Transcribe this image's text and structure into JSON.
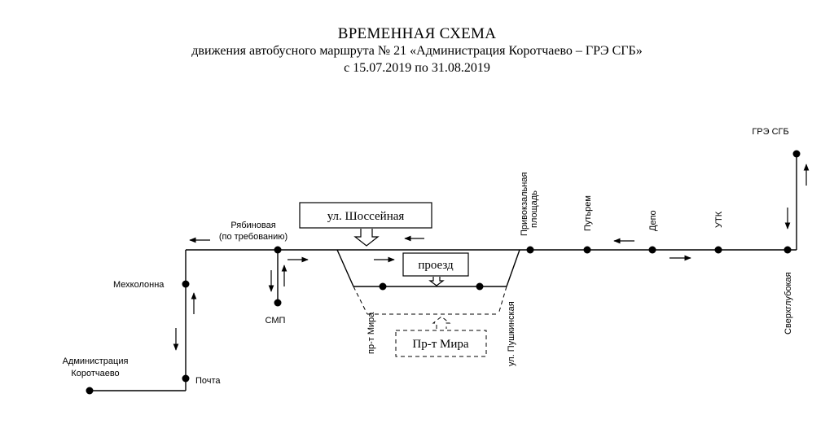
{
  "header": {
    "title": "ВРЕМЕННАЯ СХЕМА",
    "subtitle": "движения автобусного маршрута № 21 «Администрация Коротчаево – ГРЭ СГБ»",
    "period": "с 15.07.2019 по 31.08.2019"
  },
  "stops": {
    "administration": [
      "Администрация",
      "Коротчаево"
    ],
    "pochta": "Почта",
    "mekhkolonna": "Мехколонна",
    "ryabinovaya": [
      "Рябиновая",
      "(по требованию)"
    ],
    "smp": "СМП",
    "privokzalnaya": [
      "Привокзальная",
      "площадь"
    ],
    "putrem": "Путьрем",
    "depo": "Депо",
    "utk": "УТК",
    "sverkhglubokaya": "Сверхглубокая",
    "gre_sgb": "ГРЭ СГБ"
  },
  "streets": {
    "pr_mira_vertical": "пр-т Мира",
    "pushkinskaya": "ул. Пушкинская"
  },
  "boxes": {
    "shosseynaya": "ул. Шоссейная",
    "proezd": "проезд",
    "pr_mira": "Пр-т Мира"
  }
}
